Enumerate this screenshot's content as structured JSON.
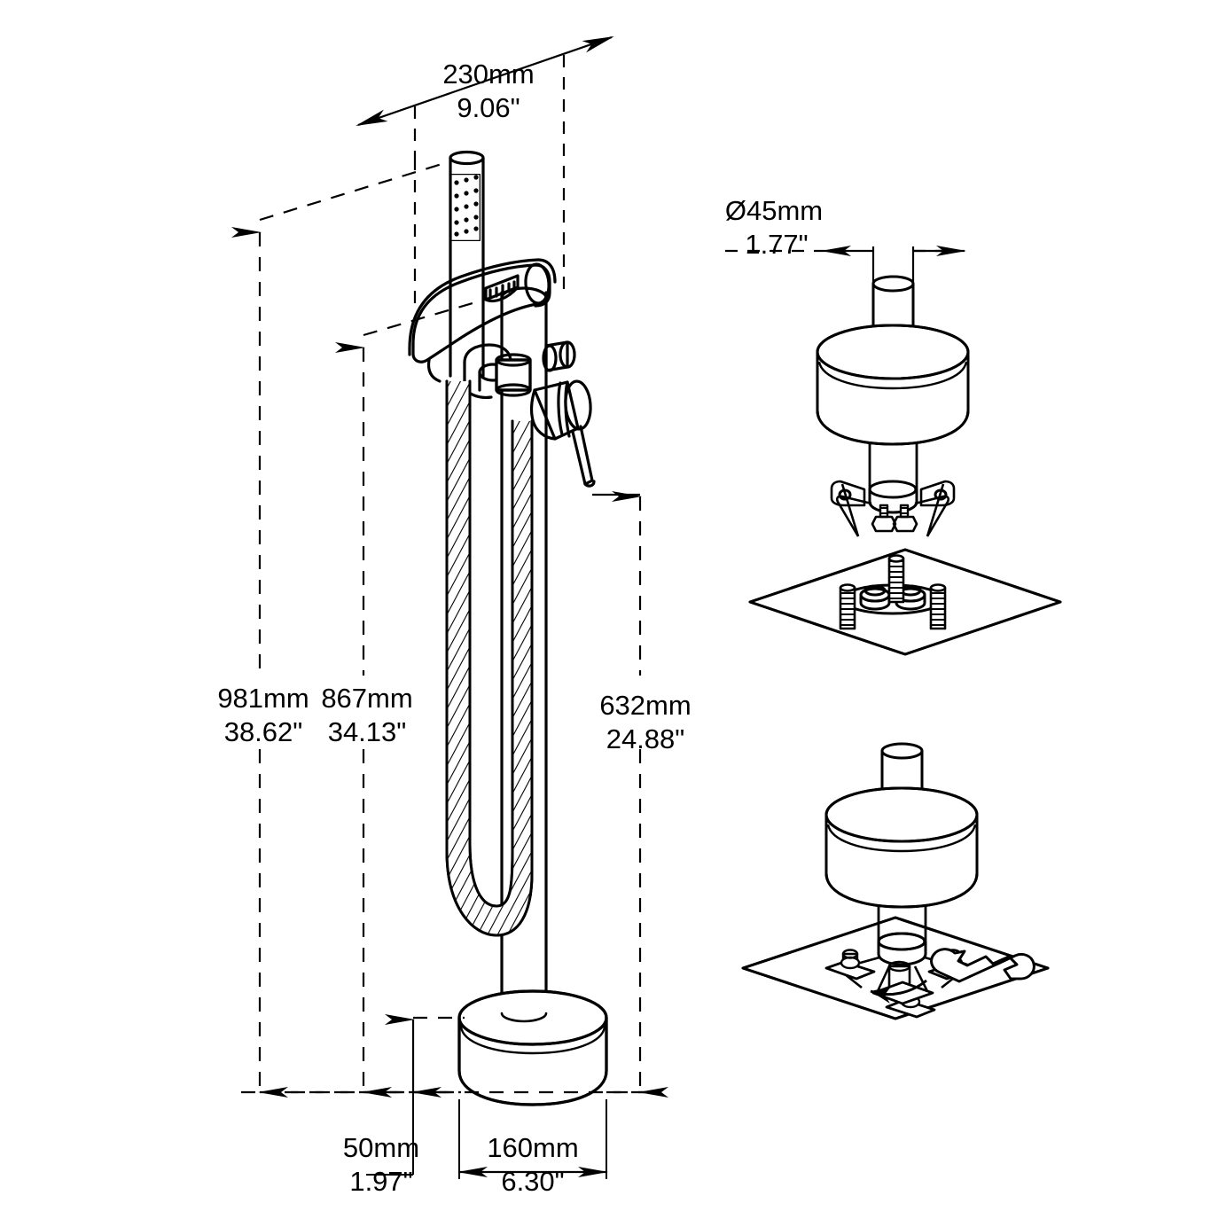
{
  "drawing": {
    "title": "Freestanding Bath Tub Filler Faucet - Dimensional Drawing",
    "background_color": "#ffffff",
    "line_color": "#000000",
    "views": [
      {
        "name": "main-elevation",
        "label": "Floor-mounted tub filler elevation with handshower"
      },
      {
        "name": "mount-exploded-top",
        "label": "Mounting bracket and base cover assembly"
      },
      {
        "name": "floor-plate",
        "label": "Floor mounting plate with anchor studs and supply fittings"
      },
      {
        "name": "mount-installed",
        "label": "Installed base with wrench tightening step"
      }
    ]
  },
  "dimensions": {
    "spout_reach": {
      "mm": "230mm",
      "inch": "9.06\""
    },
    "overall_height": {
      "mm": "981mm",
      "inch": "38.62\""
    },
    "spout_height": {
      "mm": "867mm",
      "inch": "34.13\""
    },
    "handle_height": {
      "mm": "632mm",
      "inch": "24.88\""
    },
    "base_height": {
      "mm": "50mm",
      "inch": "1.97\""
    },
    "base_diameter": {
      "mm": "160mm",
      "inch": "6.30\""
    },
    "column_diameter": {
      "mm": "Ø45mm",
      "inch": "1.77\""
    }
  },
  "components": {
    "handshower_wand": "hand-shower-wand",
    "waterfall_spout": "waterfall-spout",
    "mixer_handle": "mixer-lever-handle",
    "diverter_knob": "diverter-knob",
    "flexible_hose": "braided-flexible-hose",
    "riser_column": "riser-column",
    "base_cover": "base-cover-cylinder",
    "mounting_bracket": "tripod-mounting-bracket",
    "floor_plate": "floor-mounting-plate",
    "anchor_studs": "anchor-studs",
    "supply_fittings": "water-supply-fittings",
    "wrench": "open-end-wrench",
    "rotation_arrow": "rotation-direction-arrow"
  }
}
